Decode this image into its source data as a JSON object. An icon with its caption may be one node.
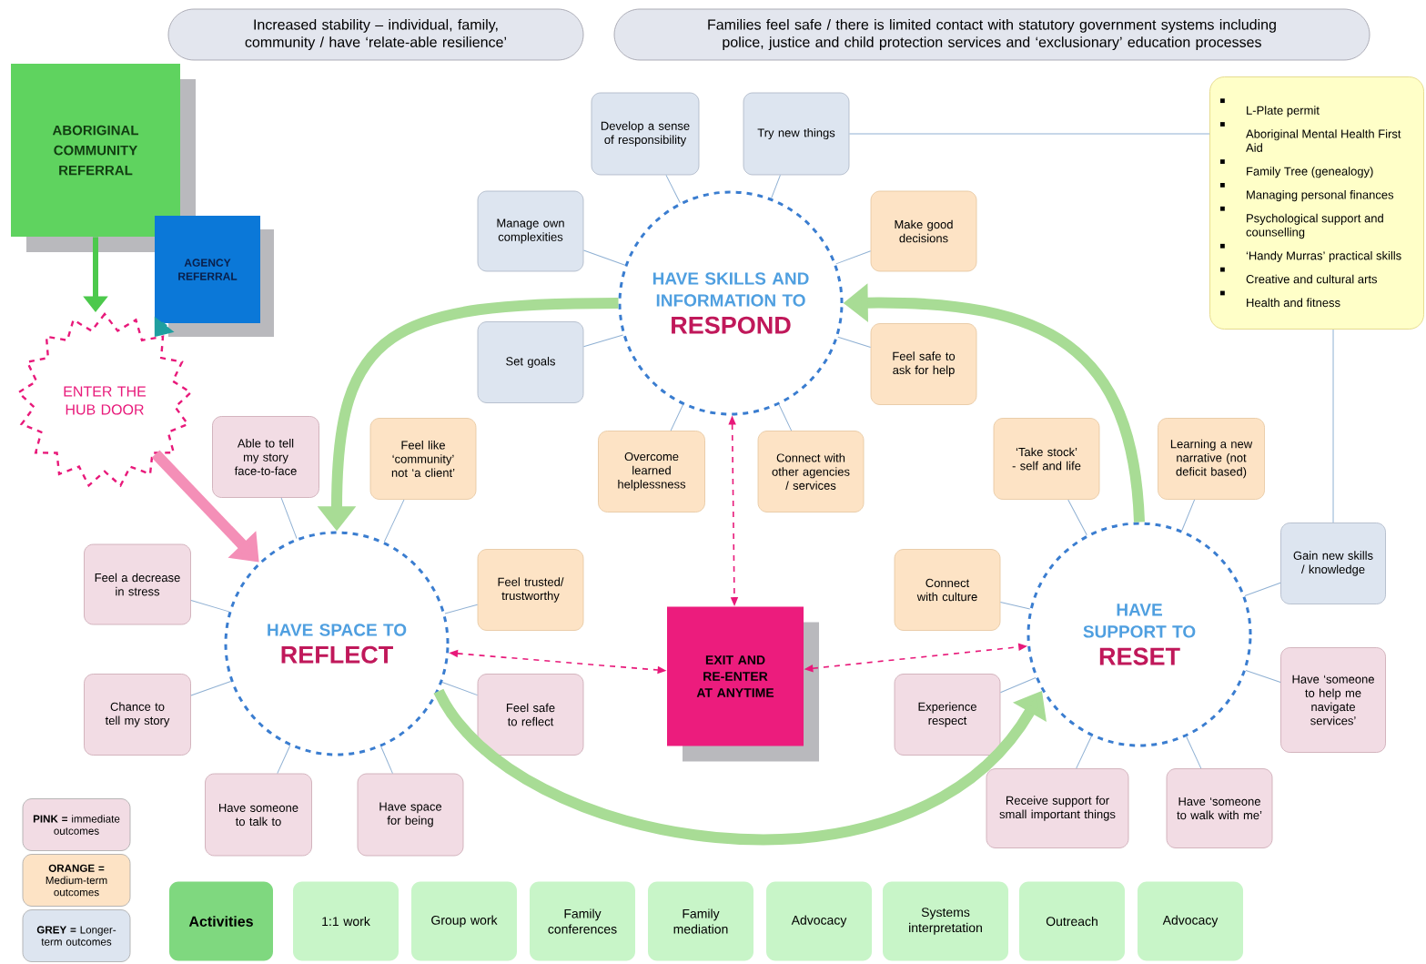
{
  "diagram": {
    "nodes": [
      {
        "text": [
          "Increased stability – individual, family, community / have ‘relate-able resilience’"
        ]
      },
      {
        "text": [
          "Families feel safe / there is limited contact with statutory government systems including police, justice and child protection services and ‘exclusionary’ education processes"
        ]
      },
      {
        "text": [
          "ABORIGINAL COMMUNITY REFERRAL"
        ]
      },
      {
        "text": [
          "AGENCY REFERRAL"
        ]
      },
      {
        "text": [
          "ENTER THE HUB DOOR"
        ]
      },
      {
        "text": [
          "HAVE SKILLS AND INFORMATION TO",
          "RESPOND"
        ]
      },
      {
        "text": [
          "HAVE SPACE TO",
          "REFLECT"
        ]
      },
      {
        "text": [
          "HAVE SUPPORT TO",
          "RESET"
        ]
      },
      {
        "text": [
          "EXIT AND RE-ENTER AT ANYTIME"
        ]
      },
      {
        "text": [
          "Develop a sense of responsibility"
        ]
      },
      {
        "text": [
          "Try new things"
        ]
      },
      {
        "text": [
          "Manage own complexities"
        ]
      },
      {
        "text": [
          "Make good decisions"
        ]
      },
      {
        "text": [
          "Set goals"
        ]
      },
      {
        "text": [
          "Feel safe to ask for help"
        ]
      },
      {
        "text": [
          "Overcome learned helplessness"
        ]
      },
      {
        "text": [
          "Connect with other agencies / services"
        ]
      },
      {
        "text": [
          "Able to tell my story face-to-face"
        ]
      },
      {
        "text": [
          "Feel like ‘community’ not ‘a client’"
        ]
      },
      {
        "text": [
          "Feel a decrease in stress"
        ]
      },
      {
        "text": [
          "Feel trusted/ trustworthy"
        ]
      },
      {
        "text": [
          "Chance to tell my story"
        ]
      },
      {
        "text": [
          "Feel safe to reflect"
        ]
      },
      {
        "text": [
          "Have someone to talk to"
        ]
      },
      {
        "text": [
          "Have space for being"
        ]
      },
      {
        "text": [
          "‘Take stock’ - self and life"
        ]
      },
      {
        "text": [
          "Learning a new narrative (not deficit based)"
        ]
      },
      {
        "text": [
          "Connect with culture"
        ]
      },
      {
        "text": [
          "Gain new skills / knowledge"
        ]
      },
      {
        "text": [
          "Experience respect"
        ]
      },
      {
        "text": [
          "Have ‘someone to help me navigate services’"
        ]
      },
      {
        "text": [
          "Receive support for small important things"
        ]
      },
      {
        "text": [
          "Have ‘someone to walk with me’"
        ]
      },
      {
        "text": [
          "L-Plate permit",
          "Aboriginal Mental Health First Aid",
          "Family Tree (genealogy)",
          "Managing personal finances",
          "Psychological support and counselling",
          "‘Handy Murras’ practical skills",
          "Creative and cultural arts",
          "Health and fitness"
        ]
      },
      {
        "text": [
          "Activities"
        ]
      },
      {
        "text": [
          "1:1 work"
        ]
      },
      {
        "text": [
          "Group work"
        ]
      },
      {
        "text": [
          "Family conferences"
        ]
      },
      {
        "text": [
          "Family mediation"
        ]
      },
      {
        "text": [
          "Advocacy"
        ]
      },
      {
        "text": [
          "Systems interpretation"
        ]
      },
      {
        "text": [
          "Outreach"
        ]
      },
      {
        "text": [
          "Advocacy"
        ]
      }
    ],
    "edges": [
      {
        "from": 9,
        "to": 5,
        "arrow": "none"
      },
      {
        "from": 10,
        "to": 5,
        "arrow": "none"
      },
      {
        "from": 11,
        "to": 5,
        "arrow": "none"
      },
      {
        "from": 12,
        "to": 5,
        "arrow": "none"
      },
      {
        "from": 13,
        "to": 5,
        "arrow": "none"
      },
      {
        "from": 14,
        "to": 5,
        "arrow": "none"
      },
      {
        "from": 15,
        "to": 5,
        "arrow": "none"
      },
      {
        "from": 16,
        "to": 5,
        "arrow": "none"
      },
      {
        "from": 17,
        "to": 6,
        "arrow": "none"
      },
      {
        "from": 18,
        "to": 6,
        "arrow": "none"
      },
      {
        "from": 19,
        "to": 6,
        "arrow": "none"
      },
      {
        "from": 20,
        "to": 6,
        "arrow": "none"
      },
      {
        "from": 21,
        "to": 6,
        "arrow": "none"
      },
      {
        "from": 22,
        "to": 6,
        "arrow": "none"
      },
      {
        "from": 23,
        "to": 6,
        "arrow": "none"
      },
      {
        "from": 24,
        "to": 6,
        "arrow": "none"
      },
      {
        "from": 25,
        "to": 7,
        "arrow": "none"
      },
      {
        "from": 26,
        "to": 7,
        "arrow": "none"
      },
      {
        "from": 27,
        "to": 7,
        "arrow": "none"
      },
      {
        "from": 28,
        "to": 7,
        "arrow": "none"
      },
      {
        "from": 29,
        "to": 7,
        "arrow": "none"
      },
      {
        "from": 30,
        "to": 7,
        "arrow": "none"
      },
      {
        "from": 31,
        "to": 7,
        "arrow": "none"
      },
      {
        "from": 32,
        "to": 7,
        "arrow": "none"
      },
      {
        "from": 10,
        "to": 33,
        "arrow": "none"
      },
      {
        "from": 33,
        "to": 28,
        "arrow": "none"
      },
      {
        "from": 2,
        "to": 4,
        "arrow": "to",
        "style": "thick",
        "color": "#4cc94c"
      },
      {
        "from": 3,
        "to": 4,
        "arrow": "to",
        "style": "thick",
        "color": "#1f9fa0"
      },
      {
        "from": 4,
        "to": 6,
        "arrow": "to",
        "style": "thick",
        "color": "#f48fb7"
      },
      {
        "from": 5,
        "to": 6,
        "arrow": "to",
        "style": "thick",
        "color": "#a8dc95"
      },
      {
        "from": 7,
        "to": 5,
        "arrow": "to",
        "style": "thick",
        "color": "#a8dc95"
      },
      {
        "from": 6,
        "to": 7,
        "arrow": "to",
        "style": "thick",
        "color": "#a8dc95"
      },
      {
        "from": 5,
        "to": 8,
        "arrow": "both",
        "style": "dashed",
        "color": "#e8197a"
      },
      {
        "from": 6,
        "to": 8,
        "arrow": "both",
        "style": "dashed",
        "color": "#e8197a"
      },
      {
        "from": 8,
        "to": 7,
        "arrow": "both",
        "style": "dashed",
        "color": "#e8197a"
      }
    ],
    "legend": [
      {
        "text": "**PINK =** immediate outcomes",
        "color": "#f2dce4"
      },
      {
        "text": "**ORANGE =** Medium-term outcomes",
        "color": "#fde3c5"
      },
      {
        "text": "**GREY =** Longer-term outcomes",
        "color": "#dde5f0"
      }
    ]
  }
}
